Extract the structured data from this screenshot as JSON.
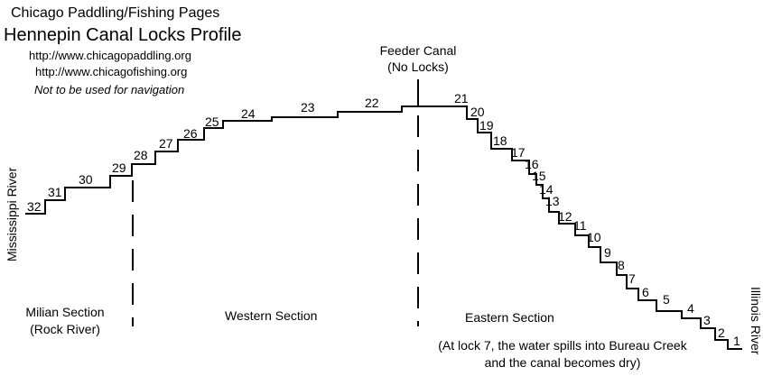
{
  "header": {
    "title_line1": "Chicago Paddling/Fishing Pages",
    "title_line2": "Hennepin Canal Locks Profile",
    "url1": "http://www.chicagopaddling.org",
    "url2": "http://www.chicagofishing.org",
    "disclaimer": "Not to be used for navigation"
  },
  "feeder": {
    "line1": "Feeder Canal",
    "line2": "(No Locks)"
  },
  "rivers": {
    "left": "Mississippi River",
    "right": "Illinois River"
  },
  "sections": {
    "milian_line1": "Milian Section",
    "milian_line2": "(Rock River)",
    "western": "Western Section",
    "eastern": "Eastern Section"
  },
  "note": {
    "line1": "(At lock 7, the water spills into Bureau Creek",
    "line2": "and the canal becomes dry)"
  },
  "locks": [
    "32",
    "31",
    "30",
    "29",
    "28",
    "27",
    "26",
    "25",
    "24",
    "23",
    "22",
    "21",
    "20",
    "19",
    "18",
    "17",
    "16",
    "15",
    "14",
    "13",
    "12",
    "11",
    "10",
    "9",
    "8",
    "7",
    "6",
    "5",
    "4",
    "3",
    "2",
    "1"
  ],
  "colors": {
    "line": "#000000",
    "background": "#ffffff"
  }
}
